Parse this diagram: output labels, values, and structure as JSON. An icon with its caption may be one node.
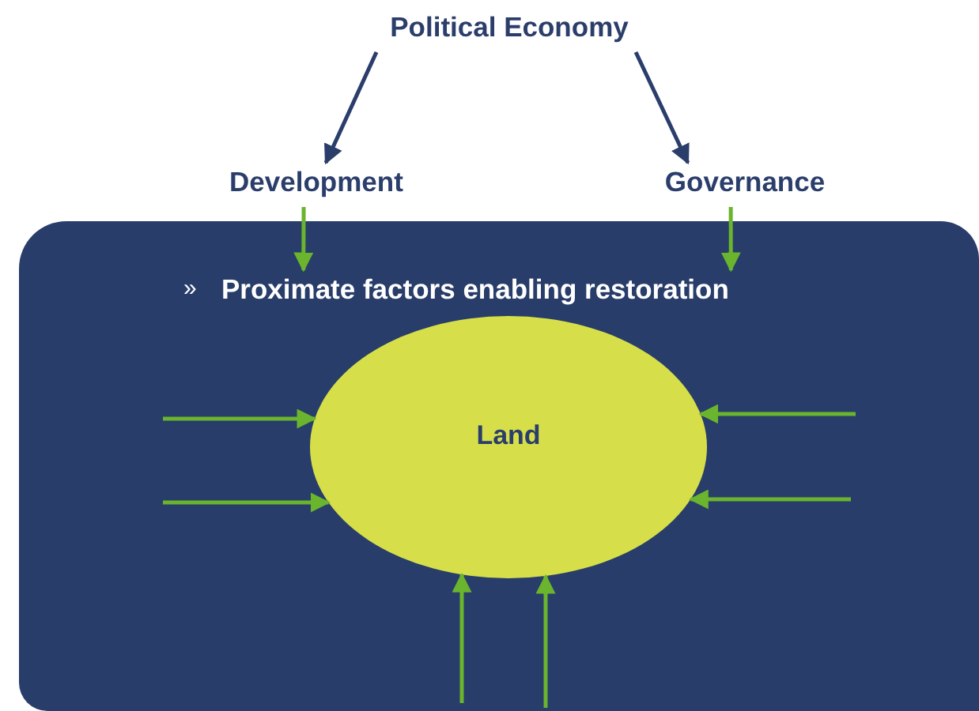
{
  "diagram": {
    "nodes": [
      {
        "text": [
          "Political Economy"
        ]
      },
      {
        "text": [
          "Development"
        ]
      },
      {
        "text": [
          "Governance"
        ]
      },
      {
        "text": [],
        "shape": "box"
      },
      {
        "text": [
          "Proximate factors enabling restoration"
        ],
        "in": 3
      },
      {
        "text": [
          "Land"
        ],
        "in": 3
      }
    ],
    "edges": [
      {
        "from": 0,
        "to": 1,
        "arrow": "to",
        "color": "#2b3e6b"
      },
      {
        "from": 0,
        "to": 2,
        "arrow": "to",
        "color": "#2b3e6b"
      },
      {
        "from": 1,
        "to": 4,
        "arrow": "to"
      },
      {
        "from": 2,
        "to": 4,
        "arrow": "to"
      },
      {
        "from": null,
        "to": 5,
        "arrow": "to"
      },
      {
        "from": null,
        "to": 5,
        "arrow": "to"
      },
      {
        "from": null,
        "to": 5,
        "arrow": "to"
      },
      {
        "from": null,
        "to": 5,
        "arrow": "to"
      },
      {
        "from": null,
        "to": 5,
        "arrow": "to"
      },
      {
        "from": null,
        "to": 5,
        "arrow": "to"
      }
    ],
    "labels": [
      "»"
    ]
  }
}
